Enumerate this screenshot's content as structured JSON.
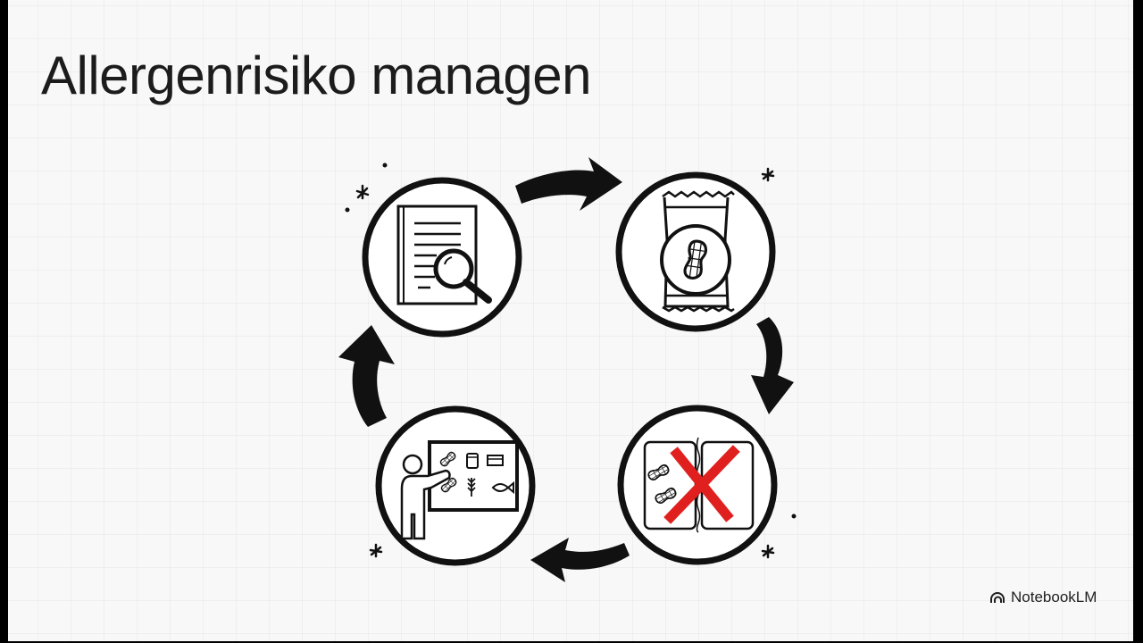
{
  "slide": {
    "title": "Allergenrisiko managen",
    "brand": {
      "label": "NotebookLM",
      "icon": "notebooklm-logo-icon"
    },
    "colors": {
      "background": "#f8f8f8",
      "ink": "#111111",
      "accent_red": "#e0201f",
      "grid": "#e8e8e8"
    }
  },
  "cycle": {
    "type": "cycle-diagram",
    "direction": "clockwise",
    "steps": [
      {
        "id": 1,
        "position": "top-left",
        "icon": "document-magnifier-icon",
        "meaning": "review ingredient documents / labels"
      },
      {
        "id": 2,
        "position": "top-right",
        "icon": "peanut-package-icon",
        "meaning": "packaged product containing peanuts"
      },
      {
        "id": 3,
        "position": "bottom-right",
        "icon": "separation-cross-icon",
        "meaning": "separate allergens, prevent cross-contact"
      },
      {
        "id": 4,
        "position": "bottom-left",
        "icon": "teacher-allergen-board-icon",
        "meaning": "train staff on allergens"
      }
    ],
    "board_symbols": [
      "peanut-icon",
      "milk-bottle-icon",
      "card-icon",
      "peanut-icon",
      "wheat-icon",
      "fish-icon"
    ],
    "arrows": [
      "top-left-to-top-right",
      "top-right-to-bottom-right",
      "bottom-right-to-bottom-left",
      "bottom-left-to-top-left"
    ]
  }
}
